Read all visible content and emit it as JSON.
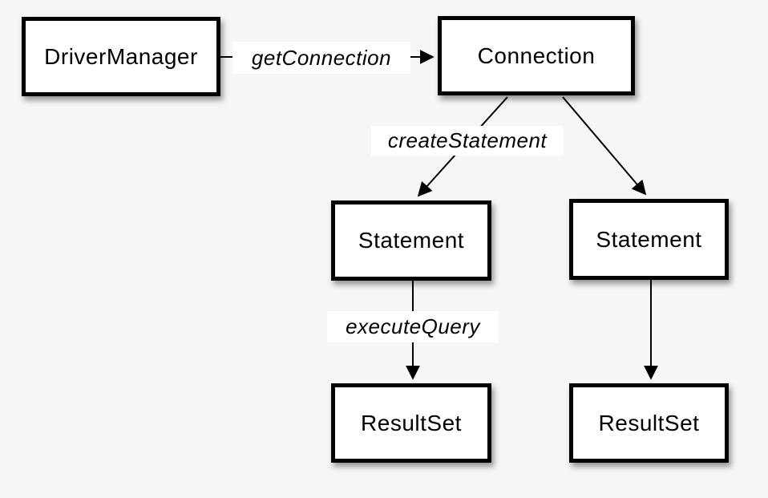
{
  "diagram": {
    "nodes": {
      "driver_manager": {
        "label": "DriverManager"
      },
      "connection": {
        "label": "Connection"
      },
      "statement_left": {
        "label": "Statement"
      },
      "statement_right": {
        "label": "Statement"
      },
      "resultset_left": {
        "label": "ResultSet"
      },
      "resultset_right": {
        "label": "ResultSet"
      }
    },
    "edge_labels": {
      "get_connection": "getConnection",
      "create_statement": "createStatement",
      "execute_query": "executeQuery"
    },
    "colors": {
      "background": "#f6f6f6",
      "node_fill": "#ffffff",
      "stroke": "#000000",
      "text": "#000000",
      "edge_label_background": "#ffffff"
    }
  }
}
